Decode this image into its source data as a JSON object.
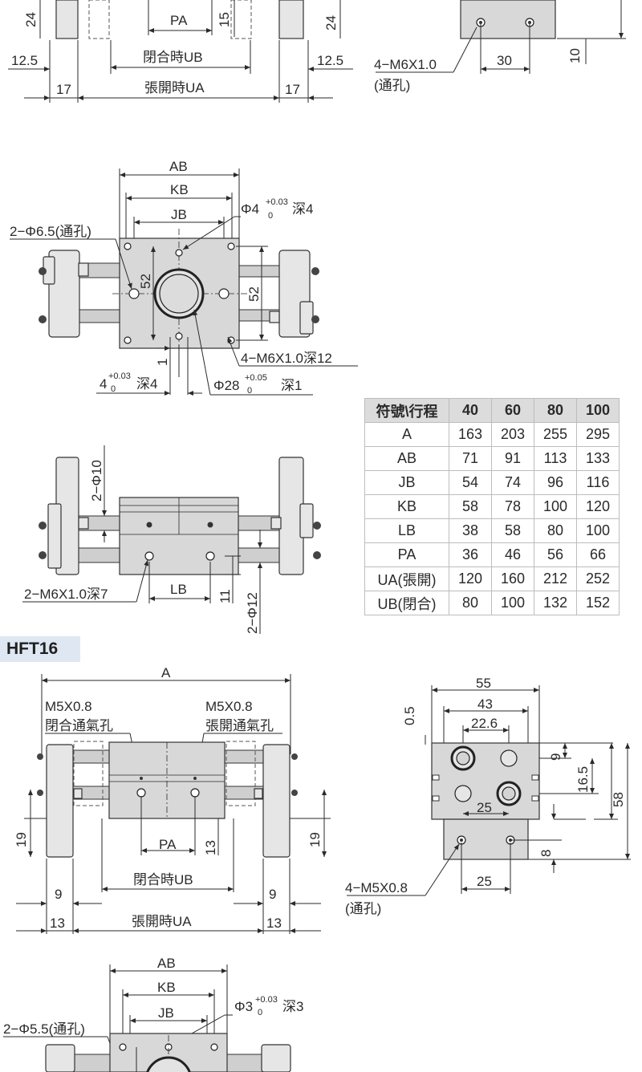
{
  "table": {
    "header": [
      "符號\\行程",
      "40",
      "60",
      "80",
      "100"
    ],
    "rows": [
      [
        "A",
        "163",
        "203",
        "255",
        "295"
      ],
      [
        "AB",
        "71",
        "91",
        "113",
        "133"
      ],
      [
        "JB",
        "54",
        "74",
        "96",
        "116"
      ],
      [
        "KB",
        "58",
        "78",
        "100",
        "120"
      ],
      [
        "LB",
        "38",
        "58",
        "80",
        "100"
      ],
      [
        "PA",
        "36",
        "46",
        "56",
        "66"
      ],
      [
        "UA(張開)",
        "120",
        "160",
        "212",
        "252"
      ],
      [
        "UB(閉合)",
        "80",
        "100",
        "132",
        "152"
      ]
    ]
  },
  "section_title": "HFT16",
  "labels": {
    "pa": "PA",
    "a": "A",
    "ab": "AB",
    "kb": "KB",
    "jb": "JB",
    "lb": "LB",
    "ub_closed": "閉合時UB",
    "ua_open": "張開時UA",
    "d24": "24",
    "d15": "15",
    "d12_5": "12.5",
    "d17": "17",
    "d10": "10",
    "d30": "30",
    "m6_through": "4−M6X1.0",
    "through": "(通孔)",
    "hole_6_5": "2−Φ6.5(通孔)",
    "phi4_pre": "Φ4",
    "phi4_post": "深4",
    "tol_03_up": "+0.03",
    "tol_0": "0",
    "d52": "52",
    "d1": "1",
    "m6_depth12": "4−M6X1.0深12",
    "phi4_bot_pre": "4",
    "phi4_bot_post": "深4",
    "phi28_pre": "Φ28",
    "tol_05_up": "+0.05",
    "phi28_post": "深1",
    "phi10": "2−Φ10",
    "m6_depth7": "2−M6X1.0深7",
    "d11": "11",
    "phi12": "2−Φ12",
    "m5_closed": "M5X0.8",
    "closed_port": "閉合通氣孔",
    "m5_open": "M5X0.8",
    "open_port": "張開通氣孔",
    "d19": "19",
    "d13": "13",
    "d9": "9",
    "d55": "55",
    "d43": "43",
    "d22_6": "22.6",
    "d0_5": "0.5",
    "d25": "25",
    "d16_5": "16.5",
    "d8": "8",
    "d58": "58",
    "m5_4": "4−M5X0.8",
    "hole_5_5": "2−Φ5.5(通孔)",
    "phi3_pre": "Φ3",
    "phi3_post": "深3"
  }
}
